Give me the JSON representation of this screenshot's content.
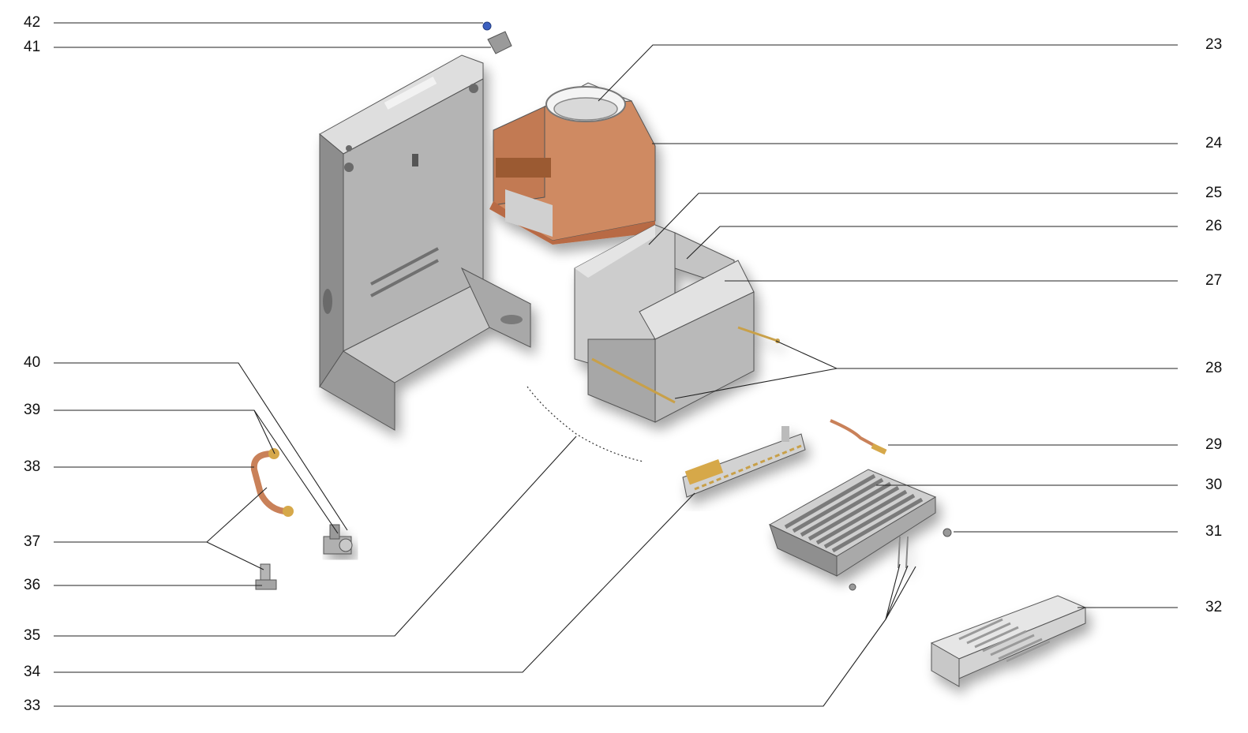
{
  "callouts_left": [
    {
      "id": "42"
    },
    {
      "id": "41"
    },
    {
      "id": "40"
    },
    {
      "id": "39"
    },
    {
      "id": "38"
    },
    {
      "id": "37"
    },
    {
      "id": "36"
    },
    {
      "id": "35"
    },
    {
      "id": "34"
    },
    {
      "id": "33"
    }
  ],
  "callouts_right": [
    {
      "id": "23"
    },
    {
      "id": "24"
    },
    {
      "id": "25"
    },
    {
      "id": "26"
    },
    {
      "id": "27"
    },
    {
      "id": "28"
    },
    {
      "id": "29"
    },
    {
      "id": "30"
    },
    {
      "id": "31"
    },
    {
      "id": "32"
    }
  ],
  "colors": {
    "steel_light": "#d6d6d6",
    "steel_mid": "#a9a9a9",
    "steel_dark": "#7c7c7c",
    "copper": "#c98159",
    "copper_dark": "#a35f3b",
    "brass": "#d6a84a",
    "line": "#222222"
  }
}
